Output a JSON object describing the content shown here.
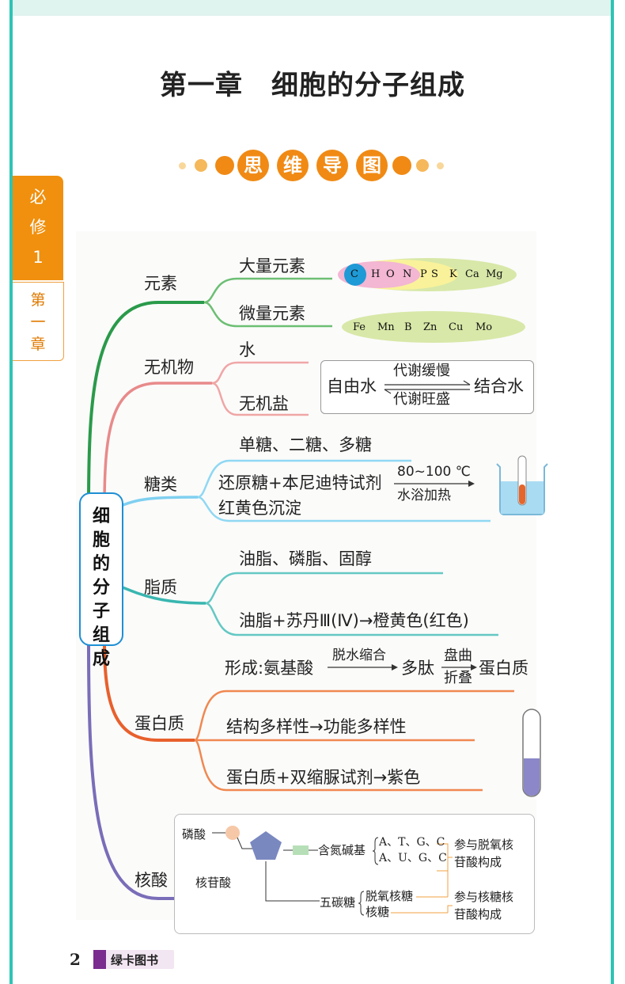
{
  "page": {
    "title": "第一章　细胞的分子组成",
    "title_part1": "第一章",
    "title_part2": "细胞的分子组成",
    "section_chars": [
      "思",
      "维",
      "导",
      "图"
    ],
    "side_tab": [
      "必",
      "修",
      "1"
    ],
    "side_tab_chapter": [
      "第",
      "一",
      "章"
    ],
    "page_number": "2",
    "brand": "绿卡图书"
  },
  "mindmap": {
    "center": [
      "细",
      "胞",
      "的",
      "分",
      "子",
      "组",
      "成"
    ],
    "yuansu": {
      "label": "元素",
      "major_label": "大量元素",
      "major_elements": [
        "C",
        "H",
        "O",
        "N",
        "P",
        "S",
        "K",
        "Ca",
        "Mg"
      ],
      "trace_label": "微量元素",
      "trace_elements": [
        "Fe",
        "Mn",
        "B",
        "Zn",
        "Cu",
        "Mo"
      ]
    },
    "wujiwu": {
      "label": "无机物",
      "water": "水",
      "salt": "无机盐",
      "free_water": "自由水",
      "slow": "代谢缓慢",
      "fast": "代谢旺盛",
      "bound_water": "结合水"
    },
    "tanglei": {
      "label": "糖类",
      "types": "单糖、二糖、多糖",
      "test": "还原糖+本尼迪特试剂",
      "condition_top": "80~100 ℃",
      "condition_bottom": "水浴加热",
      "result": "红黄色沉淀"
    },
    "zhizhi": {
      "label": "脂质",
      "types": "油脂、磷脂、固醇",
      "test": "油脂+苏丹Ⅲ(Ⅳ)→橙黄色(红色)"
    },
    "danbaizhi": {
      "label": "蛋白质",
      "formation_prefix": "形成:氨基酸",
      "arrow_label": "脱水缩合",
      "polypeptide": "多肽",
      "fold_top": "盘曲",
      "fold_bottom": "折叠",
      "protein": "蛋白质",
      "diversity": "结构多样性→功能多样性",
      "test": "蛋白质+双缩脲试剂→紫色"
    },
    "hesuan": {
      "label": "核酸",
      "phosphate": "磷酸",
      "nucleotide": "核苷酸",
      "base": "含氮碱基",
      "bases_dna": "A、T、G、C",
      "bases_rna": "A、U、G、C",
      "dna_note_1": "参与脱氧核",
      "dna_note_2": "苷酸构成",
      "sugar": "五碳糖",
      "deoxyribose": "脱氧核糖",
      "ribose": "核糖",
      "rna_note_1": "参与核糖核",
      "rna_note_2": "苷酸构成"
    }
  }
}
